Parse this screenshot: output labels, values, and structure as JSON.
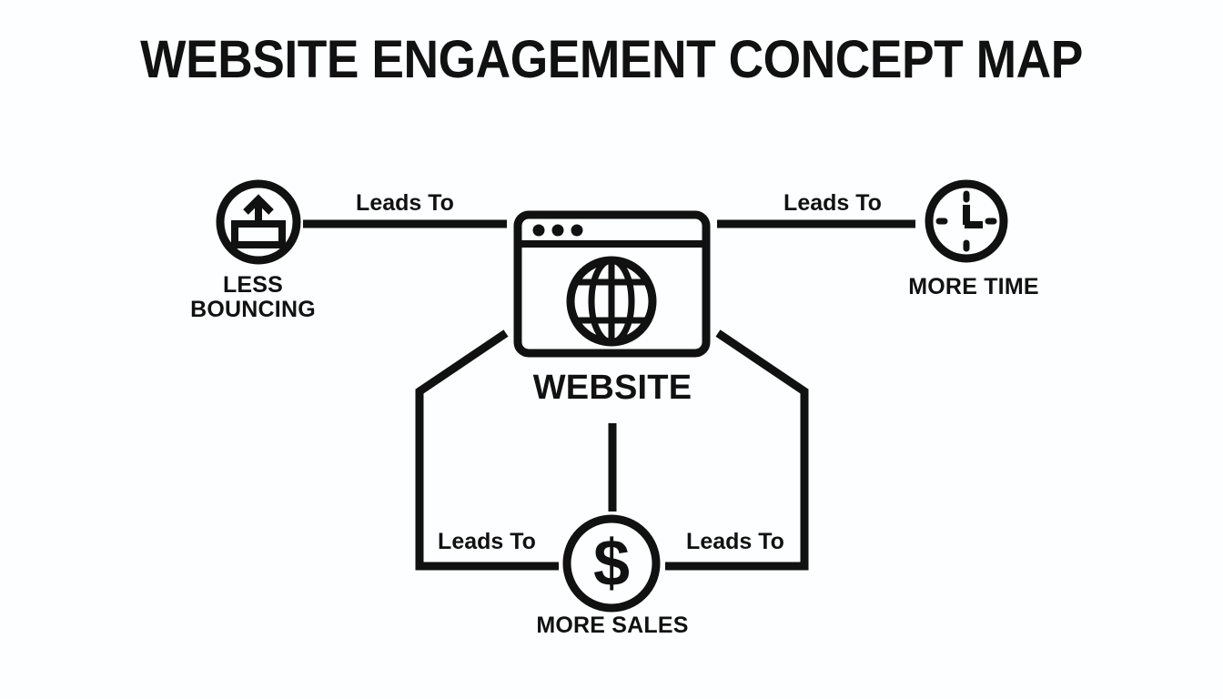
{
  "title": "WEBSITE ENGAGEMENT CONCEPT MAP",
  "theme": {
    "background": "#fdfeff",
    "ink": "#111111",
    "stroke": "#111111"
  },
  "nodes": [
    {
      "id": "less-bouncing",
      "label": "LESS\nBOUNCING",
      "icon": "eject-circle-icon"
    },
    {
      "id": "website",
      "label": "WEBSITE",
      "icon": "browser-globe-icon"
    },
    {
      "id": "more-time",
      "label": "MORE TIME",
      "icon": "clock-circle-icon"
    },
    {
      "id": "more-sales",
      "label": "MORE SALES",
      "icon": "dollar-circle-icon"
    }
  ],
  "edges": [
    {
      "id": "website-to-less-bouncing",
      "label": "Leads To",
      "from": "website",
      "to": "less-bouncing"
    },
    {
      "id": "website-to-more-time",
      "label": "Leads To",
      "from": "website",
      "to": "more-time"
    },
    {
      "id": "website-to-more-sales-left",
      "label": "Leads To",
      "from": "website",
      "to": "more-sales"
    },
    {
      "id": "website-to-more-sales-right",
      "label": "Leads To",
      "from": "website",
      "to": "more-sales"
    }
  ]
}
